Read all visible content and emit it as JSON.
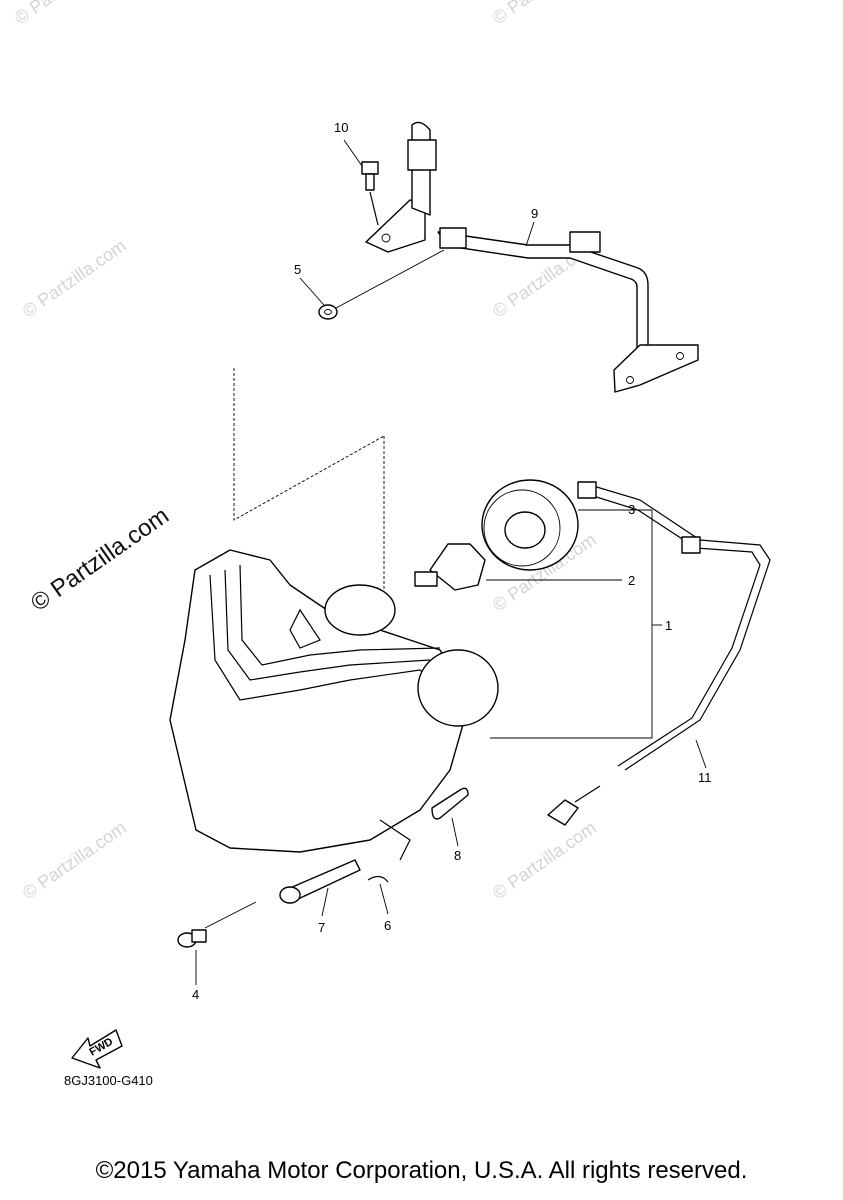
{
  "watermark": {
    "text": "© Partzilla.com",
    "featured_text": "© Partzilla.com"
  },
  "callouts": {
    "p1": "1",
    "p2": "2",
    "p3": "3",
    "p4": "4",
    "p5": "5",
    "p6": "6",
    "p7": "7",
    "p8": "8",
    "p9": "9",
    "p10": "10",
    "p11": "11"
  },
  "fwd_label": "FWD",
  "diagram_code": "8GJ3100-G410",
  "copyright": "©2015 Yamaha Motor Corporation, U.S.A. All rights reserved."
}
